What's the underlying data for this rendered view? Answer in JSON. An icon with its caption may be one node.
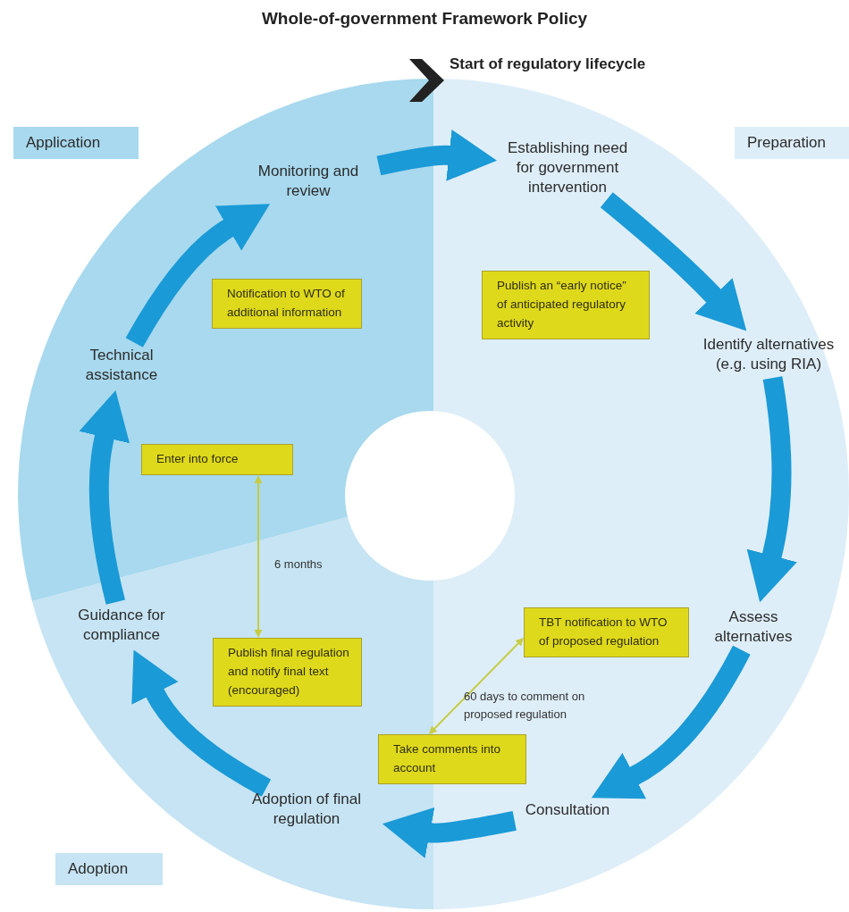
{
  "diagram": {
    "title": "Whole-of-government Framework Policy",
    "nodes": [
      {
        "text": [
          "Monitoring and review"
        ]
      },
      {
        "text": [
          "Establishing need for government intervention"
        ]
      },
      {
        "text": [
          "Identify alternatives (e.g. using RIA)"
        ]
      },
      {
        "text": [
          "Assess alternatives"
        ]
      },
      {
        "text": [
          "Consultation"
        ]
      },
      {
        "text": [
          "Adoption of final regulation"
        ]
      },
      {
        "text": [
          "Guidance for compliance"
        ]
      },
      {
        "text": [
          "Technical assistance"
        ]
      },
      {
        "text": [
          "Notification to WTO of additional information"
        ]
      },
      {
        "text": [
          "Publish an “early notice” of anticipated regulatory activity"
        ]
      },
      {
        "text": [
          "Enter into force"
        ]
      },
      {
        "text": [
          "Publish final regulation and notify final text (encouraged)"
        ]
      },
      {
        "text": [
          "TBT notification to WTO of proposed regulation"
        ]
      },
      {
        "text": [
          "Take comments into account"
        ]
      },
      {
        "text": [
          "Application"
        ]
      },
      {
        "text": [
          "Preparation"
        ]
      },
      {
        "text": [
          "Adoption"
        ]
      }
    ],
    "edges": [
      {
        "from": 0,
        "to": 1,
        "arrow": "to"
      },
      {
        "from": 1,
        "to": 2,
        "arrow": "to"
      },
      {
        "from": 2,
        "to": 3,
        "arrow": "to"
      },
      {
        "from": 3,
        "to": 4,
        "arrow": "to"
      },
      {
        "from": 4,
        "to": 5,
        "arrow": "to"
      },
      {
        "from": 5,
        "to": 6,
        "arrow": "to"
      },
      {
        "from": 6,
        "to": 7,
        "arrow": "to"
      },
      {
        "from": 7,
        "to": 0,
        "arrow": "to"
      },
      {
        "from": 10,
        "to": 11,
        "arrow": "both",
        "label": "6 months",
        "color": "#c6cc45"
      },
      {
        "from": 12,
        "to": 13,
        "arrow": "both",
        "label": "60 days to comment on proposed regulation",
        "color": "#c6cc45"
      }
    ],
    "labels": [
      "Start of regulatory lifecycle"
    ]
  }
}
